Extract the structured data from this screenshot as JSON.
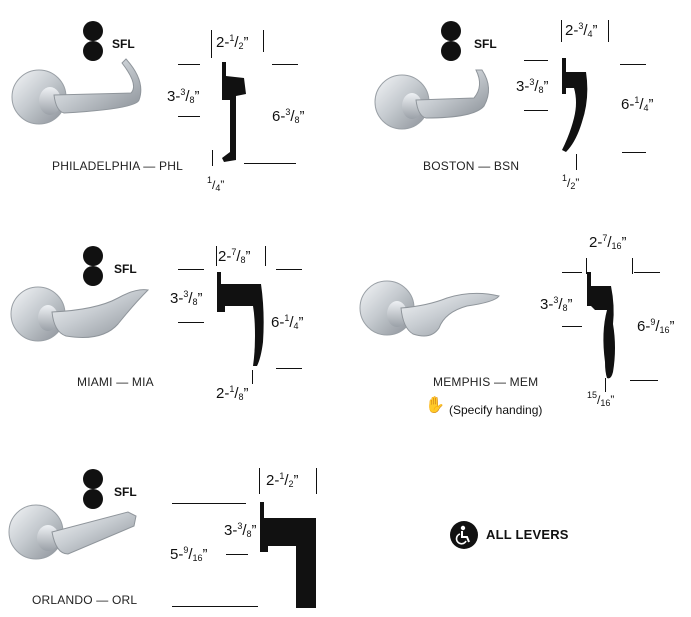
{
  "products": [
    {
      "name": "PHILADELPHIA — PHL",
      "badge": "SFL",
      "dims": {
        "width": [
          "2-",
          "1",
          "2",
          "”"
        ],
        "rose": [
          "3-",
          "3",
          "8",
          "”"
        ],
        "length": [
          "6-",
          "3",
          "8",
          "”"
        ],
        "tip": [
          "",
          "1",
          "4",
          "”"
        ]
      }
    },
    {
      "name": "BOSTON — BSN",
      "badge": "SFL",
      "dims": {
        "width": [
          "2-",
          "3",
          "4",
          "”"
        ],
        "rose": [
          "3-",
          "3",
          "8",
          "”"
        ],
        "length": [
          "6-",
          "1",
          "4",
          "”"
        ],
        "tip": [
          "",
          "1",
          "2",
          "”"
        ]
      }
    },
    {
      "name": "MIAMI — MIA",
      "badge": "SFL",
      "dims": {
        "width": [
          "2-",
          "7",
          "8",
          "”"
        ],
        "rose": [
          "3-",
          "3",
          "8",
          "”"
        ],
        "length": [
          "6-",
          "1",
          "4",
          "”"
        ],
        "tip": [
          "2-",
          "1",
          "8",
          "”"
        ]
      }
    },
    {
      "name": "MEMPHIS — MEM",
      "dims": {
        "width": [
          "2-",
          "7",
          "16",
          "”"
        ],
        "rose": [
          "3-",
          "3",
          "8",
          "”"
        ],
        "length": [
          "6-",
          "9",
          "16",
          "”"
        ],
        "tip": [
          "",
          "15",
          "16",
          "”"
        ]
      },
      "note": "(Specify handing)"
    },
    {
      "name": "ORLANDO — ORL",
      "badge": "SFL",
      "dims": {
        "width": [
          "2-",
          "1",
          "2",
          "”"
        ],
        "rose": [
          "3-",
          "3",
          "8",
          "”"
        ],
        "length": [
          "5-",
          "9",
          "16",
          "”"
        ]
      }
    }
  ],
  "all_levers": "ALL LEVERS",
  "icons": {
    "hand": "hand-icon",
    "accessibility": "wheelchair-icon",
    "badge": "sfl-badge-icon"
  }
}
